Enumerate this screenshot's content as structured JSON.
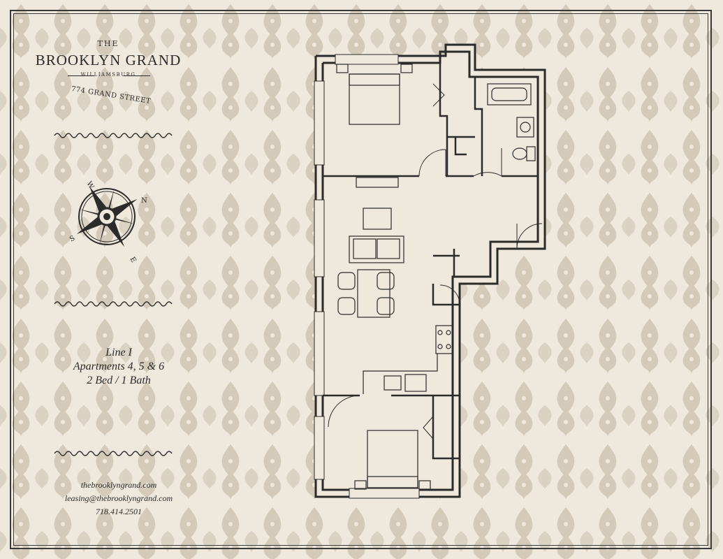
{
  "brand": {
    "the": "THE",
    "name": "BROOKLYN GRAND",
    "neighborhood": "WILLIAMSBURG",
    "address": "774 GRAND STREET"
  },
  "compass": {
    "north": "N",
    "east": "E",
    "south": "S",
    "west": "W"
  },
  "unit": {
    "line": "Line I",
    "apartments": "Apartments 4, 5 & 6",
    "layout": "2 Bed / 1 Bath"
  },
  "contact": {
    "website": "thebrooklyngrand.com",
    "email": "leasing@thebrooklyngrand.com",
    "phone": "718.414.2501"
  },
  "colors": {
    "background": "#efe9dd",
    "pattern": "#cfc6b6",
    "ink": "#2b2b2b",
    "floor": "#efe9dd"
  }
}
